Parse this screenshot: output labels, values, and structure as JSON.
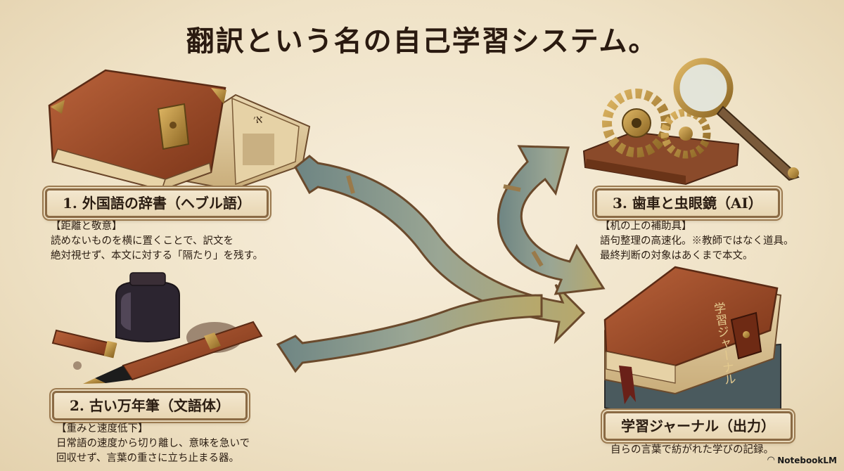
{
  "title": "翻訳という名の自己学習システム。",
  "sections": {
    "dictionary": {
      "label": "1. 外国語の辞書（ヘブル語）",
      "heading": "【距離と敬意】",
      "lines": [
        "読めないものを横に置くことで、訳文を",
        "絶対視せず、本文に対する「隔たり」を残す。"
      ],
      "icon": "hebrew-dictionary-book-icon"
    },
    "pen": {
      "label": "2. 古い万年筆（文語体）",
      "heading": "【重みと速度低下】",
      "lines": [
        "日常語の速度から切り離し、意味を急いで",
        "回収せず、言葉の重さに立ち止まる器。"
      ],
      "icon": "fountain-pen-ink-icon"
    },
    "gears": {
      "label": "3. 歯車と虫眼鏡（AI）",
      "heading": "【机の上の補助具】",
      "lines": [
        "語句整理の高速化。※教師ではなく道具。",
        "最終判断の対象はあくまで本文。"
      ],
      "icon": "gears-magnifier-icon"
    },
    "journal": {
      "label": "学習ジャーナル（出力）",
      "lines": [
        "自らの言葉で紡がれた学びの記録。"
      ],
      "icon": "journal-book-icon",
      "book_spine_text": "学習ジャーナル"
    }
  },
  "brand": {
    "name": "NotebookLM",
    "icon": "notebooklm-logo-icon"
  },
  "colors": {
    "background": "#f2e6cc",
    "arrow_fill": "#7d8f8e",
    "arrow_edge": "#6b4a2c",
    "leather": "#9c4a2a",
    "brass": "#b88a3a"
  }
}
